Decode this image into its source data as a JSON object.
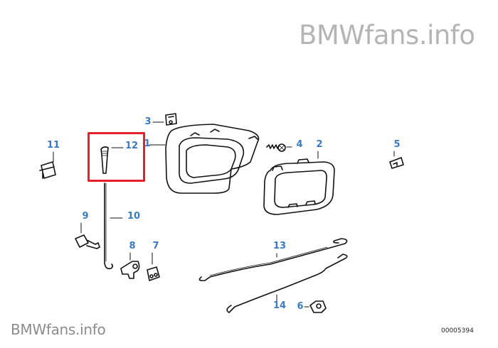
{
  "watermark_top": "BMWfans.info",
  "watermark_bottom": "BMWfans.info",
  "diagram_code": "00005394",
  "highlight_color": "#e8202a",
  "label_color": "#3a7ac2",
  "parts": [
    {
      "number": "1"
    },
    {
      "number": "2"
    },
    {
      "number": "3"
    },
    {
      "number": "4"
    },
    {
      "number": "5"
    },
    {
      "number": "6"
    },
    {
      "number": "7"
    },
    {
      "number": "8"
    },
    {
      "number": "9"
    },
    {
      "number": "10"
    },
    {
      "number": "11"
    },
    {
      "number": "12"
    },
    {
      "number": "13"
    },
    {
      "number": "14"
    }
  ],
  "highlighted_part": "12"
}
